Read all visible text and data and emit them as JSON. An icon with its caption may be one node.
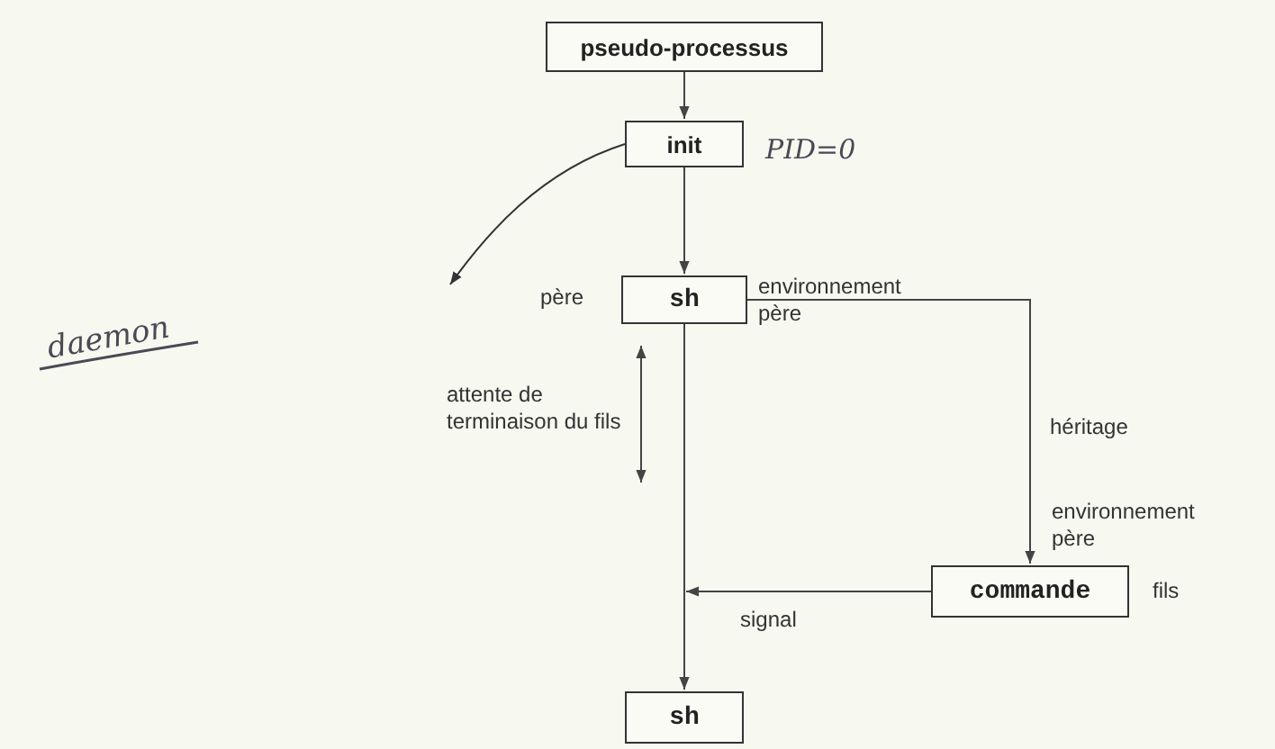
{
  "diagram": {
    "nodes": [
      {
        "text": [
          "pseudo-processus"
        ]
      },
      {
        "text": [
          "init"
        ],
        "beside": [
          "PID=0"
        ]
      },
      {
        "text": [
          "sh"
        ],
        "beside": [
          "père",
          "environnement père"
        ]
      },
      {
        "text": [
          "commande"
        ],
        "beside": [
          "environnement père",
          "fils"
        ]
      },
      {
        "text": [
          "sh"
        ]
      }
    ],
    "edges": [
      {
        "from": 0,
        "to": 1,
        "arrow": "to"
      },
      {
        "from": 1,
        "to": 2,
        "arrow": "to"
      },
      {
        "from": 2,
        "to": 3,
        "arrow": "to",
        "label": "héritage"
      },
      {
        "from": 3,
        "to": null,
        "arrow": "to",
        "label": "signal"
      },
      {
        "from": 2,
        "to": 4,
        "arrow": "to"
      },
      {
        "from": 1,
        "to": null,
        "arrow": "to",
        "color": "#333333"
      }
    ],
    "labels": [
      "attente de terminaison du fils",
      "daemon"
    ]
  }
}
